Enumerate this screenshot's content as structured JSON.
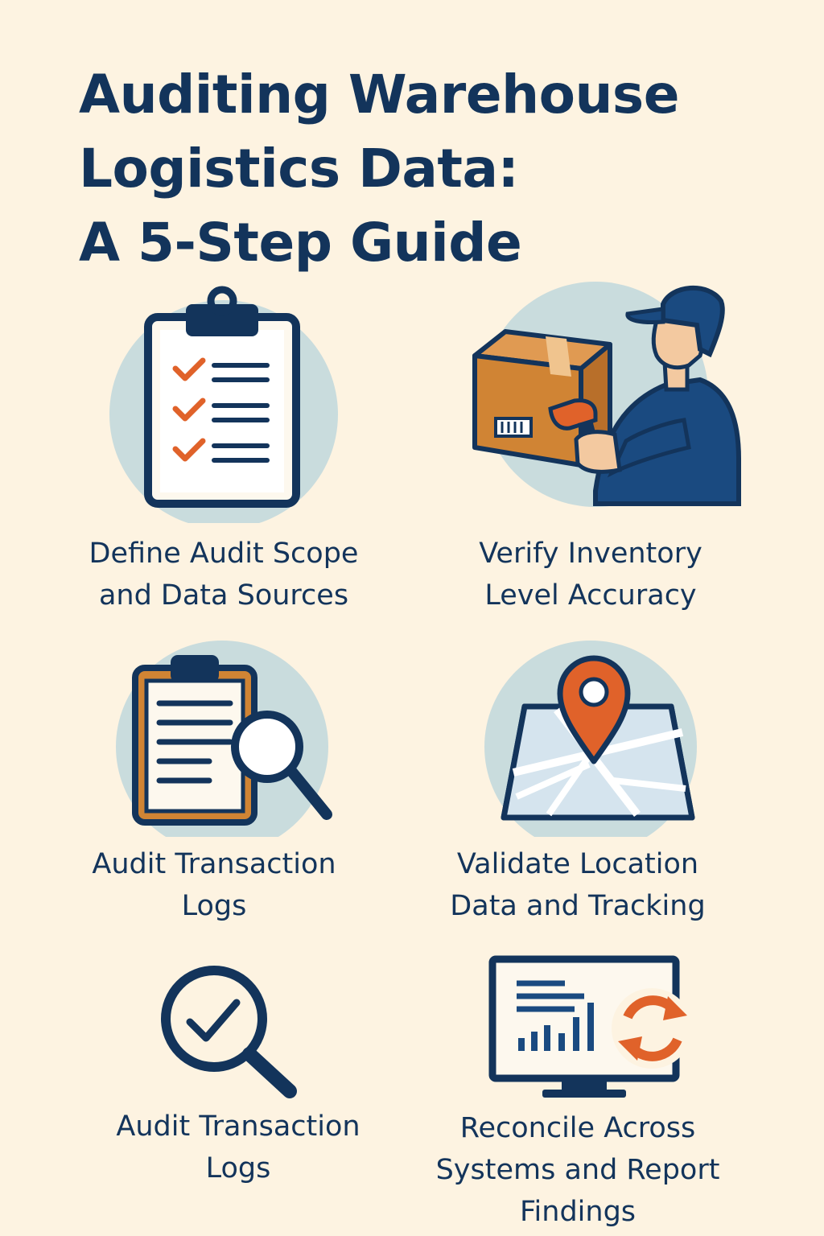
{
  "title": {
    "line1": "Auditing Warehouse",
    "line2": "Logistics Data:",
    "line3": "A 5-Step Guide"
  },
  "colors": {
    "background": "#fdf3e1",
    "navy": "#13345b",
    "orange": "#e0622a",
    "circle": "#c9dcdd",
    "box": "#d08434"
  },
  "steps": [
    {
      "icon": "clipboard-checklist-icon",
      "line1": "Define Audit Scope",
      "line2": "and Data Sources",
      "line3": ""
    },
    {
      "icon": "worker-scanning-box-icon",
      "line1": "Verify Inventory",
      "line2": "Level Accuracy",
      "line3": ""
    },
    {
      "icon": "clipboard-magnifier-icon",
      "line1": "Audit Transaction",
      "line2": "Logs",
      "line3": ""
    },
    {
      "icon": "map-pin-icon",
      "line1": "Validate Location",
      "line2": "Data and Tracking",
      "line3": ""
    },
    {
      "icon": "magnifier-check-icon",
      "line1": "Audit Transaction",
      "line2": "Logs",
      "line3": ""
    },
    {
      "icon": "monitor-sync-icon",
      "line1": "Reconcile Across",
      "line2": "Systems and Report",
      "line3": "Findings"
    }
  ]
}
